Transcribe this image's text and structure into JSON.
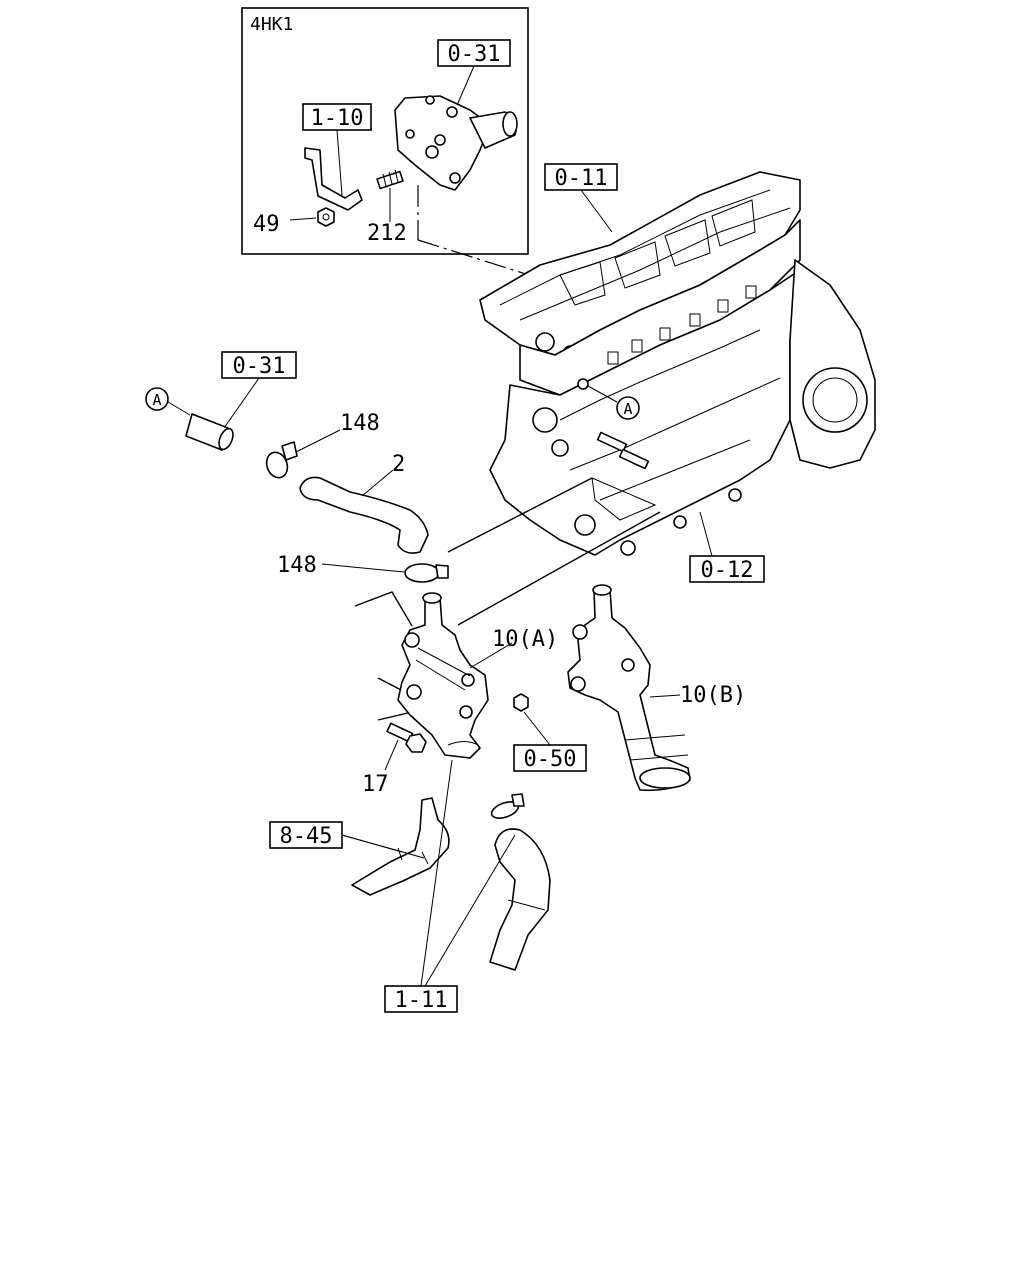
{
  "inset": {
    "title": "4HK1"
  },
  "refs": {
    "r031_top": "0-31",
    "r110": "1-10",
    "r011": "0-11",
    "r031_left": "0-31",
    "r012": "0-12",
    "r050": "0-50",
    "r845": "8-45",
    "r111": "1-11"
  },
  "parts": {
    "p49": "49",
    "p212": "212",
    "p148_upper": "148",
    "p2": "2",
    "p148_lower": "148",
    "p10a": "10(A)",
    "p10b": "10(B)",
    "p17": "17"
  },
  "markers": {
    "a_left": "A",
    "a_engine": "A"
  }
}
